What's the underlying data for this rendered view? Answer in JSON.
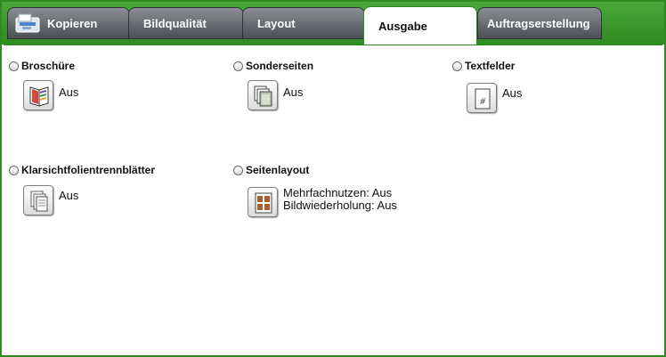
{
  "tabs": [
    {
      "label": "Kopieren",
      "active": false
    },
    {
      "label": "Bildqualität",
      "active": false
    },
    {
      "label": "Layout",
      "active": false
    },
    {
      "label": "Ausgabe",
      "active": true
    },
    {
      "label": "Auftragserstellung",
      "active": false
    }
  ],
  "features": {
    "broschuere": {
      "title": "Broschüre",
      "status": "Aus",
      "icon": "booklet-icon"
    },
    "sonderseiten": {
      "title": "Sonderseiten",
      "status": "Aus",
      "icon": "special-pages-icon"
    },
    "textfelder": {
      "title": "Textfelder",
      "status": "Aus",
      "icon": "annotation-icon"
    },
    "klarsicht": {
      "title": "Klarsichtfolientrennblätter",
      "status": "Aus",
      "icon": "transparency-separators-icon"
    },
    "seitenlayout": {
      "title": "Seitenlayout",
      "status_line1": "Mehrfachnutzen: Aus",
      "status_line2": "Bildwiederholung: Aus",
      "icon": "page-layout-icon"
    }
  },
  "colors": {
    "frame": "#2e8b1f",
    "tab_inactive": "#4b4f55",
    "tab_active": "#ffffff"
  }
}
